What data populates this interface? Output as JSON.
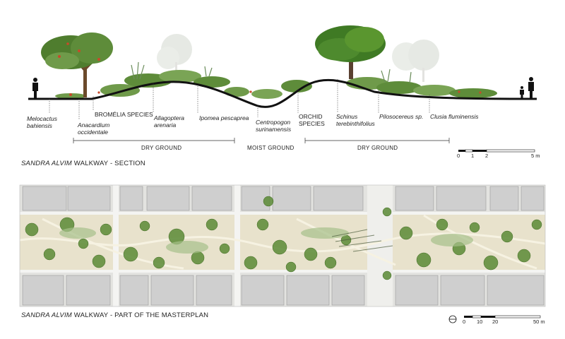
{
  "section": {
    "plants": [
      {
        "line1": "Melocactus",
        "line2": "bahiensis"
      },
      {
        "line1": "Anacardium",
        "line2": "occidentale"
      },
      {
        "line1_upper": "BROMÉLIA",
        "line1_rest": " SPECIES",
        "line2": ""
      },
      {
        "line1": "Allagoptera",
        "line2": "arenaria"
      },
      {
        "line1": "Ipomea pescaprea",
        "line2": ""
      },
      {
        "line1": "Centropogon",
        "line2": "surinamensis"
      },
      {
        "line1_upper": "ORCHID",
        "line2_upper": "SPECIES"
      },
      {
        "line1": "Schinus",
        "line2": "terebinthifolius"
      },
      {
        "line1": "Pilosocereus sp.",
        "line2": ""
      },
      {
        "line1": "Clusia fluminensis",
        "line2": ""
      }
    ],
    "zones": [
      "DRY GROUND",
      "MOIST GROUND",
      "DRY GROUND"
    ],
    "caption_italic": "SANDRA ALVIM",
    "caption_rest": " WALKWAY - SECTION",
    "scale": {
      "ticks": [
        "0",
        "1",
        "2"
      ],
      "end": "5 m"
    }
  },
  "masterplan": {
    "caption_italic": "SANDRA ALVIM",
    "caption_rest": " WALKWAY - PART OF THE MASTERPLAN",
    "scale": {
      "ticks": [
        "0",
        "10",
        "20"
      ],
      "end": "50 m"
    }
  },
  "colors": {
    "foliage": "#5e8c3a",
    "foliage_light": "#a7c08a",
    "building": "#cfcfcf",
    "ground": "#e8e2cc"
  }
}
